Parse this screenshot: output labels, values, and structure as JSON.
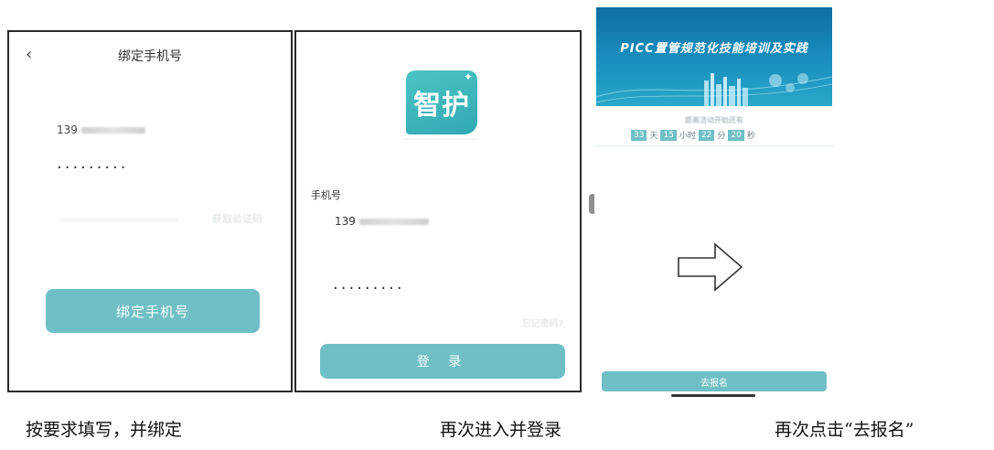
{
  "screen1": {
    "title": "绑定手机号",
    "back_glyph": "‹",
    "phone_prefix": "139",
    "password_mask": "·········",
    "code_button": "获取验证码",
    "bind_button": "绑定手机号"
  },
  "screen2": {
    "logo_text": "智护",
    "phone_label": "手机号",
    "phone_prefix": "139",
    "password_mask": "·········",
    "forgot_text": "忘记密码?",
    "login_button": "登 录"
  },
  "screen3": {
    "banner_title": "PICC置管规范化技能培训及实践",
    "countdown_label": "距离活动开始还有",
    "countdown": {
      "days": "33",
      "days_unit": "天",
      "hours": "15",
      "hours_unit": "小时",
      "minutes": "22",
      "minutes_unit": "分",
      "seconds": "20",
      "seconds_unit": "秒"
    },
    "signup_button": "去报名"
  },
  "captions": {
    "step1": "按要求填写，并绑定",
    "step2": "再次进入并登录",
    "step3": "再次点击“去报名”"
  },
  "colors": {
    "accent": "#6fbfc6",
    "banner": "#1a8fbf",
    "border": "#2a2a2a"
  },
  "icons": {
    "back": "chevron-left-icon",
    "arrow": "right-arrow-icon"
  }
}
